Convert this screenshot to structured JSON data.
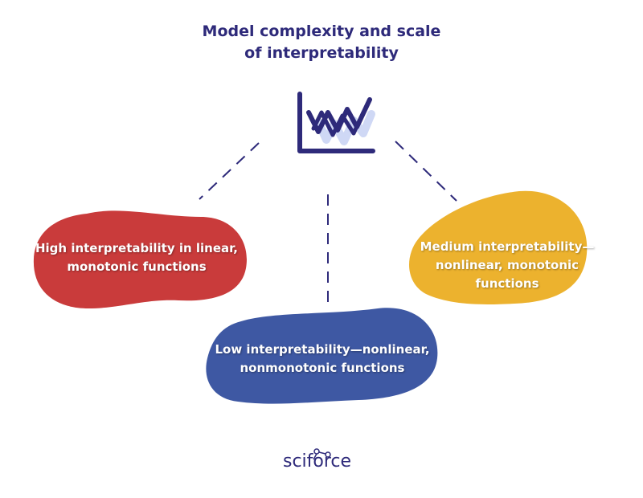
{
  "title": {
    "line1": "Model complexity and scale",
    "line2": "of interpretability"
  },
  "nodes": {
    "high": {
      "line1": "High interpretability in linear,",
      "line2": "monotonic functions",
      "color": "#c93b3b"
    },
    "medium": {
      "line1": "Medium interpretability—",
      "line2": "nonlinear, monotonic",
      "line3": "functions",
      "color": "#ecb22e"
    },
    "low": {
      "line1": "Low interpretability—nonlinear,",
      "line2": "nonmonotonic functions",
      "color": "#3e58a3"
    }
  },
  "icon": "chart-icon",
  "logo": {
    "text": "sciforce"
  },
  "colors": {
    "title": "#2e2a7a",
    "connector": "#2e2a7a",
    "icon_stroke": "#2e2a7a",
    "icon_shadow": "#cfd8f5"
  }
}
